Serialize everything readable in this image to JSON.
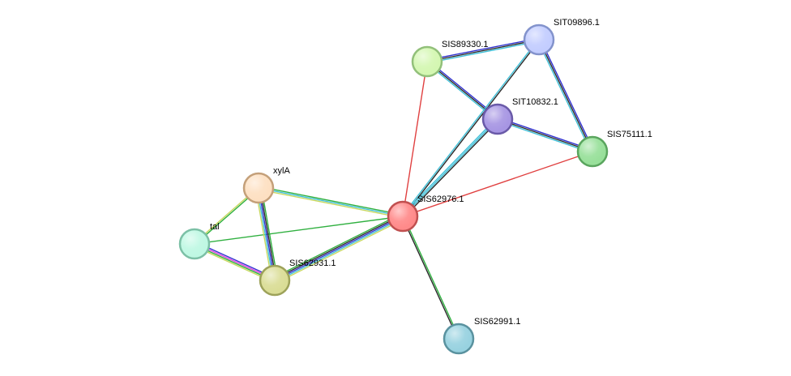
{
  "network": {
    "nodes": [
      {
        "id": "SIS62976.1",
        "label": "SIS62976.1",
        "fill": "#ff8a8a",
        "stroke": "#c05050"
      },
      {
        "id": "SIS89330.1",
        "label": "SIS89330.1",
        "fill": "#d4f7b2",
        "stroke": "#92c07a"
      },
      {
        "id": "SIT09896.1",
        "label": "SIT09896.1",
        "fill": "#c3cdff",
        "stroke": "#8393cc"
      },
      {
        "id": "SIT10832.1",
        "label": "SIT10832.1",
        "fill": "#a796e3",
        "stroke": "#6a5aa8"
      },
      {
        "id": "SIS75111.1",
        "label": "SIS75111.1",
        "fill": "#98e09a",
        "stroke": "#5aa55e"
      },
      {
        "id": "xylA",
        "label": "xylA",
        "fill": "#fde0c2",
        "stroke": "#c4a07a"
      },
      {
        "id": "tal",
        "label": "tal",
        "fill": "#bff8e3",
        "stroke": "#7cc0a6"
      },
      {
        "id": "SIS62931.1",
        "label": "SIS62931.1",
        "fill": "#dadd96",
        "stroke": "#9da25a"
      },
      {
        "id": "SIS62991.1",
        "label": "SIS62991.1",
        "fill": "#98d2e0",
        "stroke": "#5a929f"
      }
    ],
    "edges": [
      {
        "source": "SIS89330.1",
        "target": "SIT09896.1",
        "colors": [
          "#3030d0",
          "#2a2a2a",
          "#40c0d8"
        ]
      },
      {
        "source": "SIS89330.1",
        "target": "SIT10832.1",
        "colors": [
          "#3030d0",
          "#2a2a2a",
          "#40c0d8"
        ]
      },
      {
        "source": "SIT09896.1",
        "target": "SIS75111.1",
        "colors": [
          "#3030d0",
          "#2a2a2a",
          "#40c0d8"
        ]
      },
      {
        "source": "SIT10832.1",
        "target": "SIS75111.1",
        "colors": [
          "#3030d0",
          "#2a2a2a",
          "#40c0d8"
        ]
      },
      {
        "source": "SIS89330.1",
        "target": "SIS62976.1",
        "colors": [
          "#e04040"
        ]
      },
      {
        "source": "SIT09896.1",
        "target": "SIS62976.1",
        "colors": [
          "#2a2a2a",
          "#40c0d8"
        ]
      },
      {
        "source": "SIT10832.1",
        "target": "SIS62976.1",
        "colors": [
          "#2a2a2a",
          "#40c0d8",
          "#40c0d8"
        ]
      },
      {
        "source": "SIS75111.1",
        "target": "SIS62976.1",
        "colors": [
          "#e04040"
        ]
      },
      {
        "source": "xylA",
        "target": "SIS62976.1",
        "colors": [
          "#30b040",
          "#40c0d8",
          "#c8d860"
        ]
      },
      {
        "source": "tal",
        "target": "SIS62976.1",
        "colors": [
          "#30b040"
        ]
      },
      {
        "source": "SIS62931.1",
        "target": "SIS62976.1",
        "colors": [
          "#30b040",
          "#2a2a2a",
          "#3030d0",
          "#40c0d8",
          "#c8d860"
        ]
      },
      {
        "source": "SIS62991.1",
        "target": "SIS62976.1",
        "colors": [
          "#2a2a2a",
          "#30b040"
        ]
      },
      {
        "source": "xylA",
        "target": "tal",
        "colors": [
          "#30b040",
          "#c8d860"
        ]
      },
      {
        "source": "xylA",
        "target": "SIS62931.1",
        "colors": [
          "#30b040",
          "#2a2a2a",
          "#3030d0",
          "#40c0d8",
          "#c8d860"
        ]
      },
      {
        "source": "tal",
        "target": "SIS62931.1",
        "colors": [
          "#3030d0",
          "#e040e0",
          "#30b040",
          "#c8d860"
        ]
      }
    ]
  }
}
